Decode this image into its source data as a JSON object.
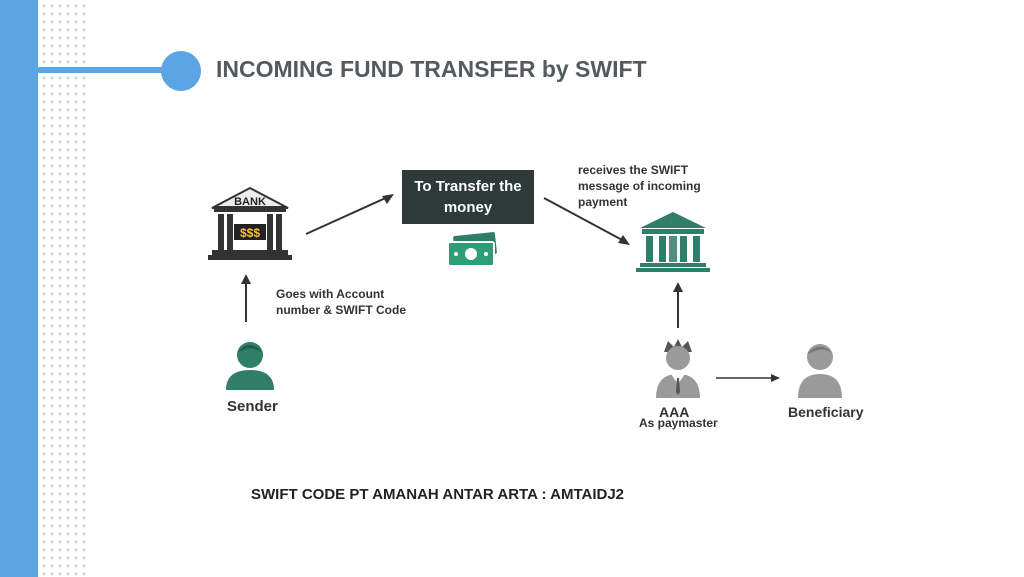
{
  "page": {
    "title": "INCOMING FUND TRANSFER by SWIFT"
  },
  "diagram": {
    "sender_bank": {
      "sign": "BANK",
      "currency": "$$$"
    },
    "transfer_box_label": "To Transfer the money",
    "receive_note": "receives the SWIFT message of incoming payment",
    "goes_with_note": "Goes with Account number & SWIFT Code",
    "sender_label": "Sender",
    "aaa_label": "AAA",
    "paymaster_label": "As paymaster",
    "beneficiary_label": "Beneficiary"
  },
  "footer": {
    "swift_code": "SWIFT CODE PT AMANAH ANTAR ARTA : AMTAIDJ2"
  },
  "colors": {
    "accent": "#5aa5e3",
    "dark_box": "#2e3a3a",
    "icon_green": "#2f7e67",
    "person_gray": "#9a9a9a"
  }
}
